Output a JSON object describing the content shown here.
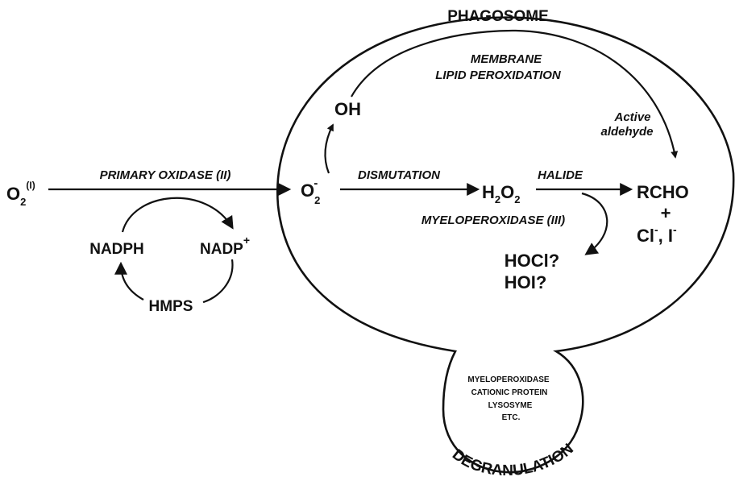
{
  "labels": {
    "phagosome": "PHAGOSOME",
    "membrane_line1": "MEMBRANE",
    "membrane_line2": "LIPID PEROXIDATION",
    "oh": "OH",
    "active_line1": "Active",
    "active_line2": "aldehyde",
    "o2_base": "O",
    "o2_sub": "2",
    "o2_sup": "(I)",
    "primary_oxidase": "PRIMARY OXIDASE (II)",
    "superoxide_base": "O",
    "superoxide_sub": "2",
    "superoxide_sup": "-",
    "dismutation": "DISMUTATION",
    "h2o2_h": "H",
    "h2o2_sub1": "2",
    "h2o2_o": "O",
    "h2o2_sub2": "2",
    "halide": "HALIDE",
    "rcho": "RCHO",
    "plus": "+",
    "cl": "Cl",
    "cl_sup": "-",
    "iodide_sep": ", I",
    "iodide_sup": "-",
    "myeloperoxidase": "MYELOPEROXIDASE (III)",
    "hocl": "HOCl?",
    "hoi": "HOI?",
    "nadph": "NADPH",
    "nadp": "NADP",
    "nadp_sup": "+",
    "hmps": "HMPS",
    "granule_line1": "MYELOPEROXIDASE",
    "granule_line2": "CATIONIC PROTEIN",
    "granule_line3": "LYSOSYME",
    "granule_line4": "ETC.",
    "degranulation": "DEGRANULATION"
  },
  "colors": {
    "ink": "#111111",
    "background": "#ffffff"
  }
}
